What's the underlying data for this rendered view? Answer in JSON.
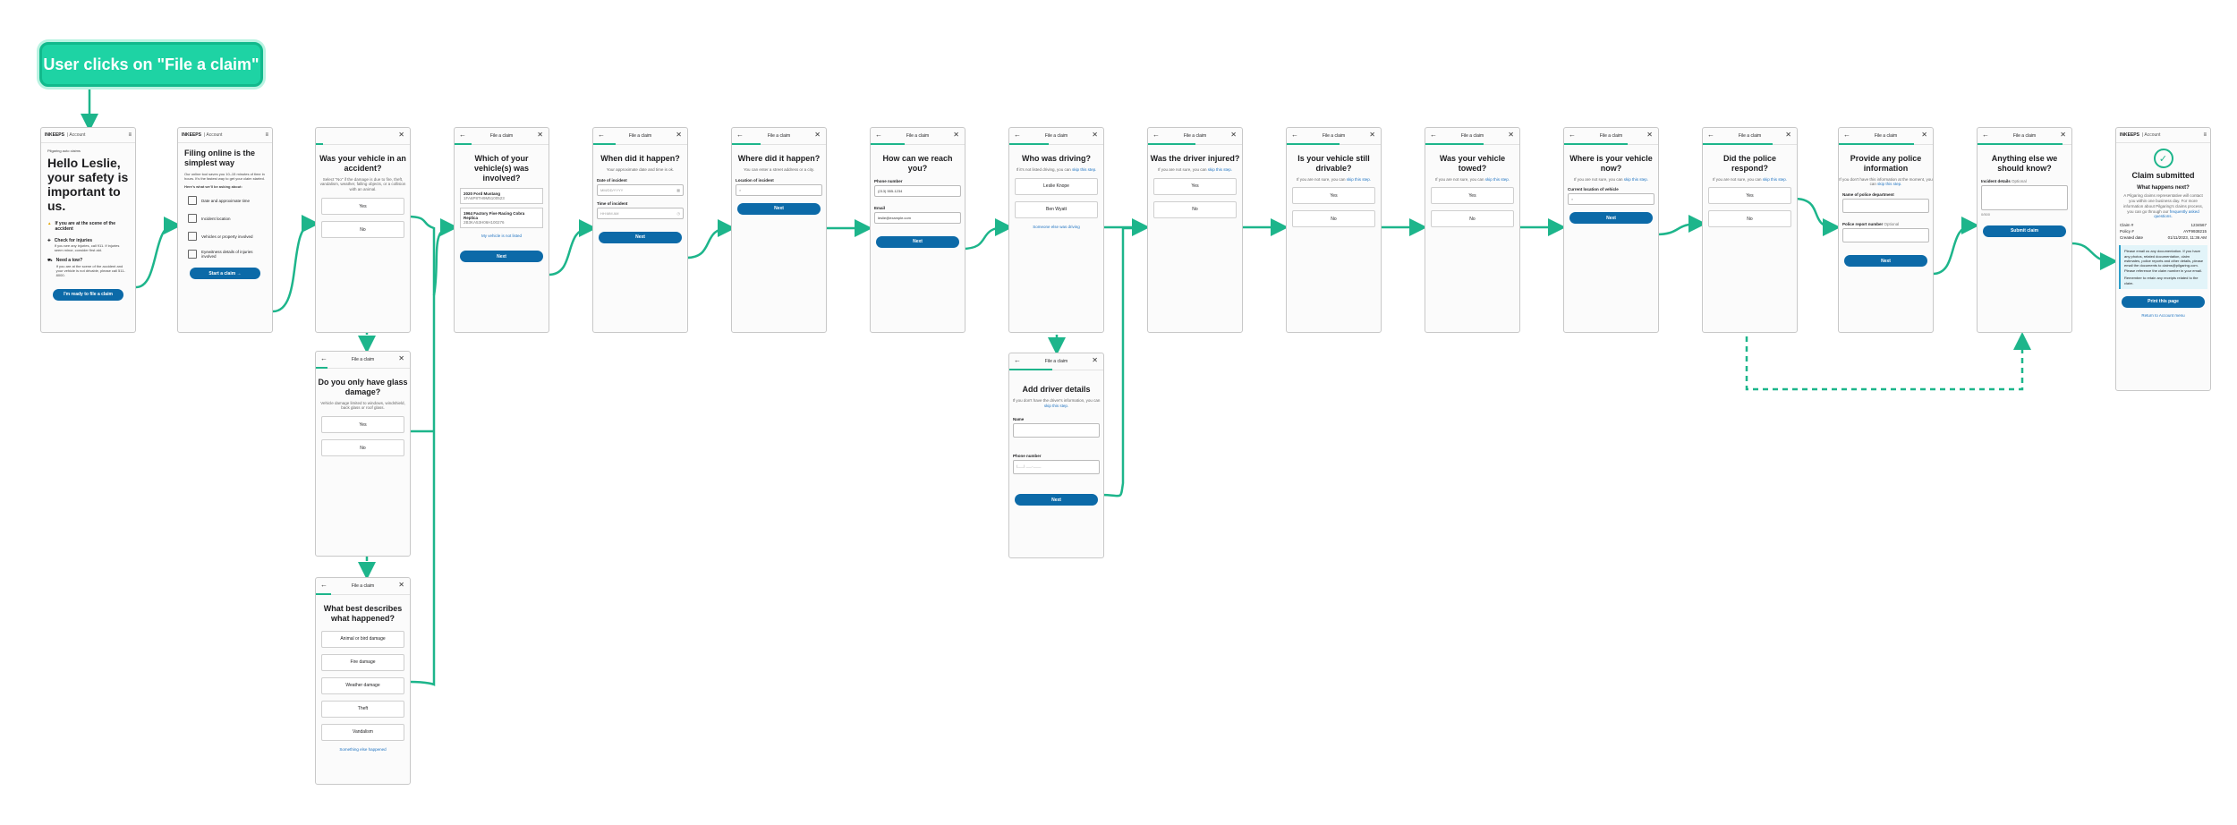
{
  "start_label": "User clicks on \"File a claim\"",
  "common": {
    "file_a_claim": "File a claim",
    "next": "Next",
    "yes": "Yes",
    "no": "No",
    "brand": "INKEEPS",
    "brand_sub": "| Account",
    "back_icon": "←",
    "close_icon": "✕",
    "menu_icon": "≡"
  },
  "s1": {
    "crumb": "Pilgaring auto claims",
    "title": "Hello Leslie, your safety is important to us.",
    "items": [
      {
        "head": "If you are at the scene of the accident",
        "text": ""
      },
      {
        "head": "Check for injuries",
        "text": "If you see any injuries, call 911. If injuries seem minor, consider first aid."
      },
      {
        "head": "Need a tow?",
        "text": "If you are at the scene of the accident and your vehicle is not drivable, please call 511-8000."
      }
    ],
    "button": "I'm ready to file a claim"
  },
  "s2": {
    "title": "Filing online is the simplest way",
    "intro": "Our online tool saves you 10–15 minutes of time in hours. It's the fastest way to get your claim started.",
    "subhead": "Here's what we'll be asking about:",
    "items": [
      "Date and approximate time",
      "Incident location",
      "Vehicles or property involved",
      "Eyewitness details of injuries involved"
    ],
    "button": "Start a claim →"
  },
  "s3": {
    "question": "Was your vehicle in an accident?",
    "hint": "Select \"No\" if the damage is due to fire, theft, vandalism, weather, falling objects, or a collision with an animal."
  },
  "s3b": {
    "question": "Do you only have glass damage?",
    "hint": "Vehicle damage limited to windows, windshield, back glass or roof glass."
  },
  "s3c": {
    "question": "What best describes what happened?",
    "options": [
      "Animal or bird damage",
      "Fire damage",
      "Weather damage",
      "Theft",
      "Vandalism"
    ],
    "link": "Something else happened"
  },
  "s4": {
    "question": "Which of your vehicle(s) was involved?",
    "vehicles": [
      {
        "name": "2020 Ford Mustang",
        "vin": "1FA6P8TH9M5100523"
      },
      {
        "name": "1964 Factory Five Racing Cobra Replica",
        "vin": "2B3KA53H06H100276"
      }
    ],
    "link": "My vehicle is not listed"
  },
  "s5": {
    "question": "When did it happen?",
    "hint": "Your approximate date and time is ok.",
    "date_label": "Date of incident",
    "date_ph": "MM/DD/YYYY",
    "time_label": "Time of incident",
    "time_ph": "HH:MM AM"
  },
  "s6": {
    "question": "Where did it happen?",
    "hint": "You can enter a street address or a city.",
    "label": "Location of incident"
  },
  "s7": {
    "question": "How can we reach you?",
    "phone_label": "Phone number",
    "phone_value": "(213) 555-1234",
    "email_label": "Email",
    "email_value": "leslie@example.com"
  },
  "s8": {
    "question": "Who was driving?",
    "hint": "If it's not listed driving, you can ",
    "hint_link": "skip this step.",
    "drivers": [
      "Leslie Knope",
      "Ben Wyatt"
    ],
    "link": "Someone else was driving"
  },
  "s8b": {
    "title": "Add driver details",
    "hint": "If you don't have the driver's information, you can ",
    "hint_link": "skip this step.",
    "name_label": "Name",
    "phone_label": "Phone number",
    "phone_ph": "(___) ___-____"
  },
  "s9": {
    "question": "Was the driver injured?",
    "hint": "If you are not sure, you can ",
    "hint_link": "skip this step."
  },
  "s10": {
    "question": "Is your vehicle still drivable?",
    "hint": "If you are not sure, you can ",
    "hint_link": "skip this step."
  },
  "s11": {
    "question": "Was your vehicle towed?",
    "hint": "If you are not sure, you can ",
    "hint_link": "skip this step."
  },
  "s12": {
    "question": "Where is your vehicle now?",
    "hint": "If you are not sure, you can ",
    "hint_link": "skip this step.",
    "label": "Current location of vehicle"
  },
  "s13": {
    "question": "Did the police respond?",
    "hint": "If you are not sure, you can ",
    "hint_link": "skip this step."
  },
  "s14": {
    "question": "Provide any police information",
    "hint": "If you don't have this information at the moment, you can ",
    "hint_link": "skip this step.",
    "dept_label": "Name of police department",
    "report_label": "Police report number",
    "optional": "Optional"
  },
  "s15": {
    "question": "Anything else we should know?",
    "label": "Incident details",
    "optional": "Optional",
    "counter": "0/500",
    "button": "Submit claim"
  },
  "s16": {
    "title": "Claim submitted",
    "subtitle": "What happens next?",
    "text": "A Pilgaring claims representative will contact you within one business day. For more information about Pilgaring's claims process, you can go through our ",
    "text_link": "frequently asked questions.",
    "rows": [
      {
        "k": "Claim #",
        "v": "1234567"
      },
      {
        "k": "Policy #",
        "v": "AYF9938215"
      },
      {
        "k": "Created date",
        "v": "01/11/2023, 11:36 AM"
      }
    ],
    "info": "Please email us any documentation. If you have any photos, related documentation, claim estimates, police reports and other details, please email the documents to claims@pilgaring.com. Please reference the claim number in your email.",
    "info2": "Remember to retain any receipts related to the claim.",
    "button": "Print this page",
    "link": "Return to Account menu"
  }
}
